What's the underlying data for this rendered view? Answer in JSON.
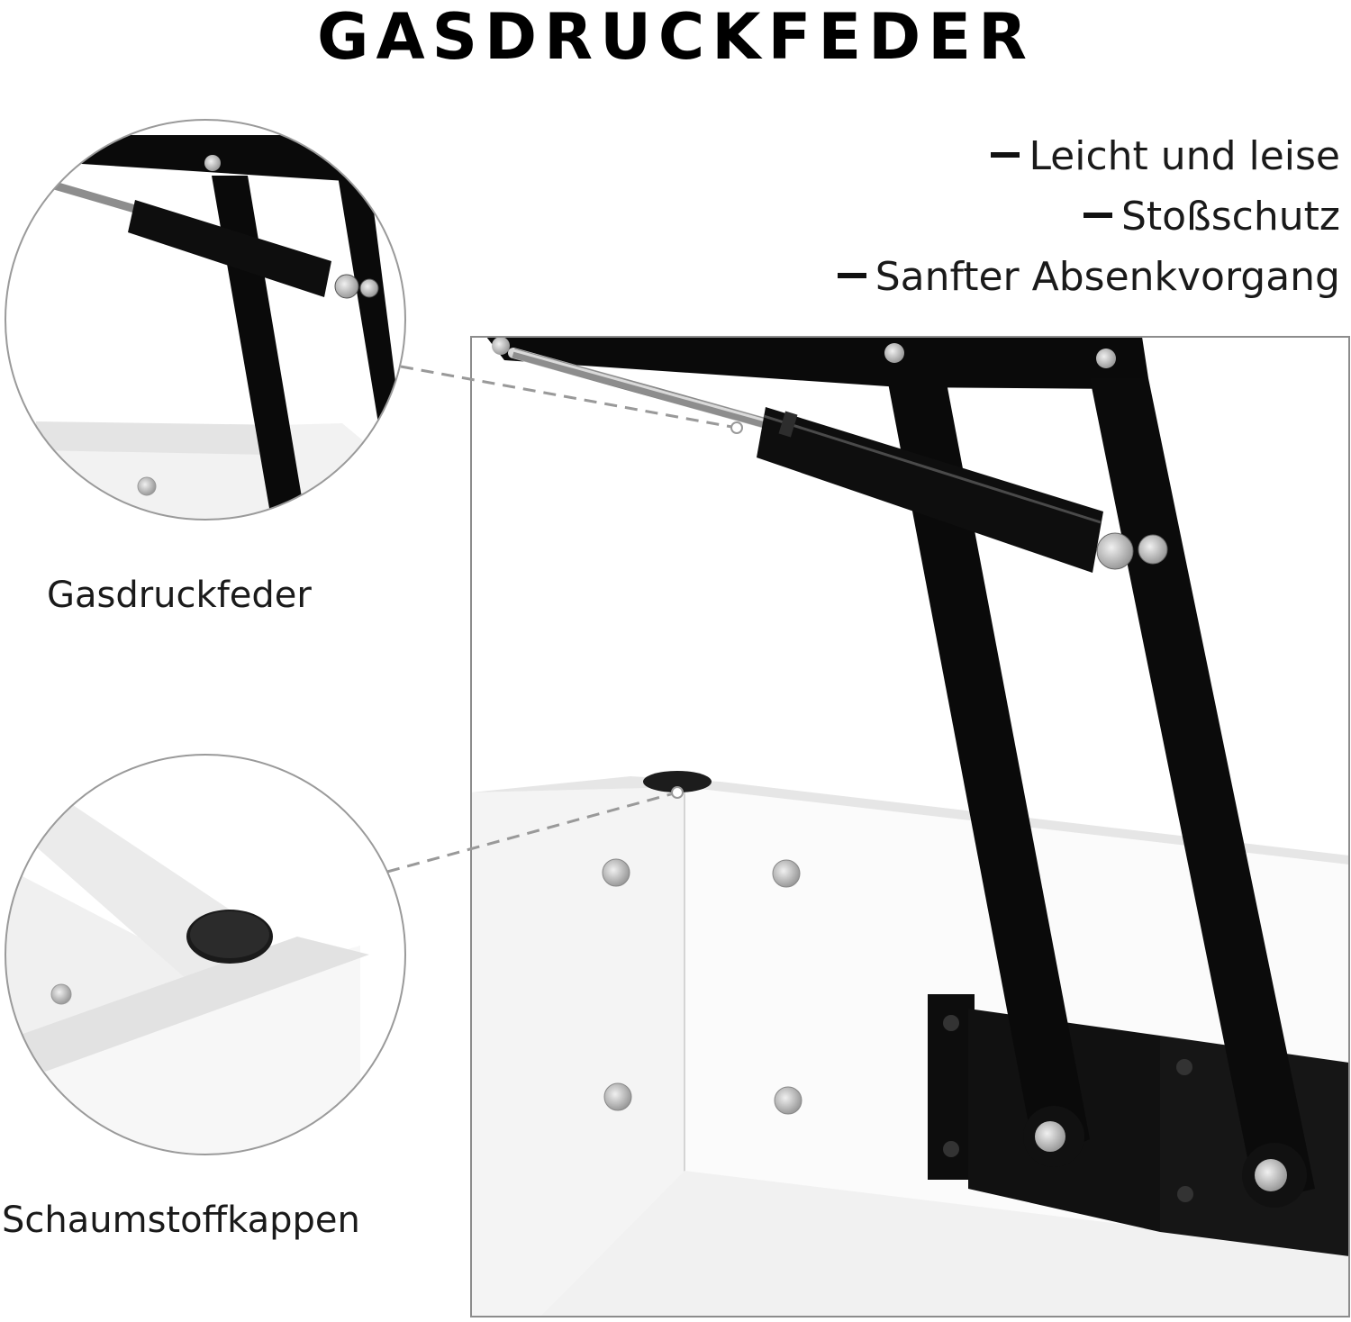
{
  "title": "GASDRUCKFEDER",
  "features": [
    "Leicht und leise",
    "Stoßschutz",
    "Sanfter Absenkvorgang"
  ],
  "callouts": {
    "gas_spring": "Gasdruckfeder",
    "foam_caps": "Schaumstoffkappen"
  }
}
